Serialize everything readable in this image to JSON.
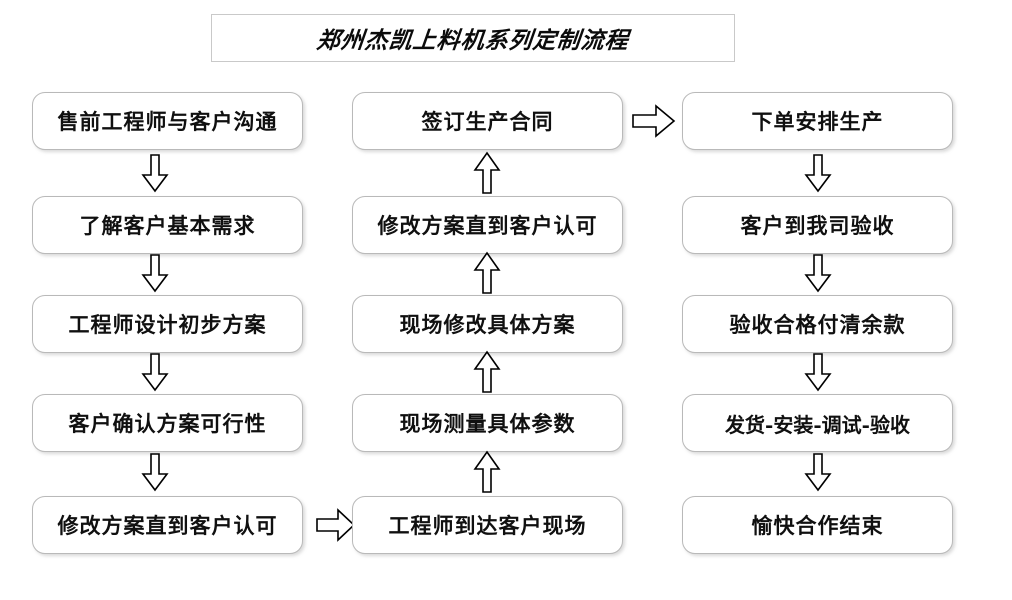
{
  "title": {
    "text": "郑州杰凯上料机系列定制流程"
  },
  "columns": {
    "left": {
      "name": "pre-sales-column",
      "nodes": [
        {
          "label": "售前工程师与客户沟通"
        },
        {
          "label": "了解客户基本需求"
        },
        {
          "label": "工程师设计初步方案"
        },
        {
          "label": "客户确认方案可行性"
        },
        {
          "label": "修改方案直到客户认可"
        }
      ]
    },
    "middle": {
      "name": "on-site-column",
      "nodes": [
        {
          "label": "签订生产合同"
        },
        {
          "label": "修改方案直到客户认可"
        },
        {
          "label": "现场修改具体方案"
        },
        {
          "label": "现场测量具体参数"
        },
        {
          "label": "工程师到达客户现场"
        }
      ]
    },
    "right": {
      "name": "production-column",
      "nodes": [
        {
          "label": "下单安排生产"
        },
        {
          "label": "客户到我司验收"
        },
        {
          "label": "验收合格付清余款"
        },
        {
          "label": "发货-安装-调试-验收"
        },
        {
          "label": "愉快合作结束"
        }
      ]
    }
  },
  "connectors": {
    "left_down": [
      "down-arrow",
      "down-arrow",
      "down-arrow",
      "down-arrow"
    ],
    "middle_up": [
      "up-arrow",
      "up-arrow",
      "up-arrow",
      "up-arrow"
    ],
    "right_down": [
      "down-arrow",
      "down-arrow",
      "down-arrow",
      "down-arrow"
    ],
    "left_to_middle": "right-arrow",
    "middle_to_right": "right-arrow"
  },
  "colors": {
    "node_border": "#b9b9b9",
    "title_border": "#c9c9c9",
    "text": "#101010",
    "arrow_stroke": "#000000",
    "background": "#ffffff"
  }
}
